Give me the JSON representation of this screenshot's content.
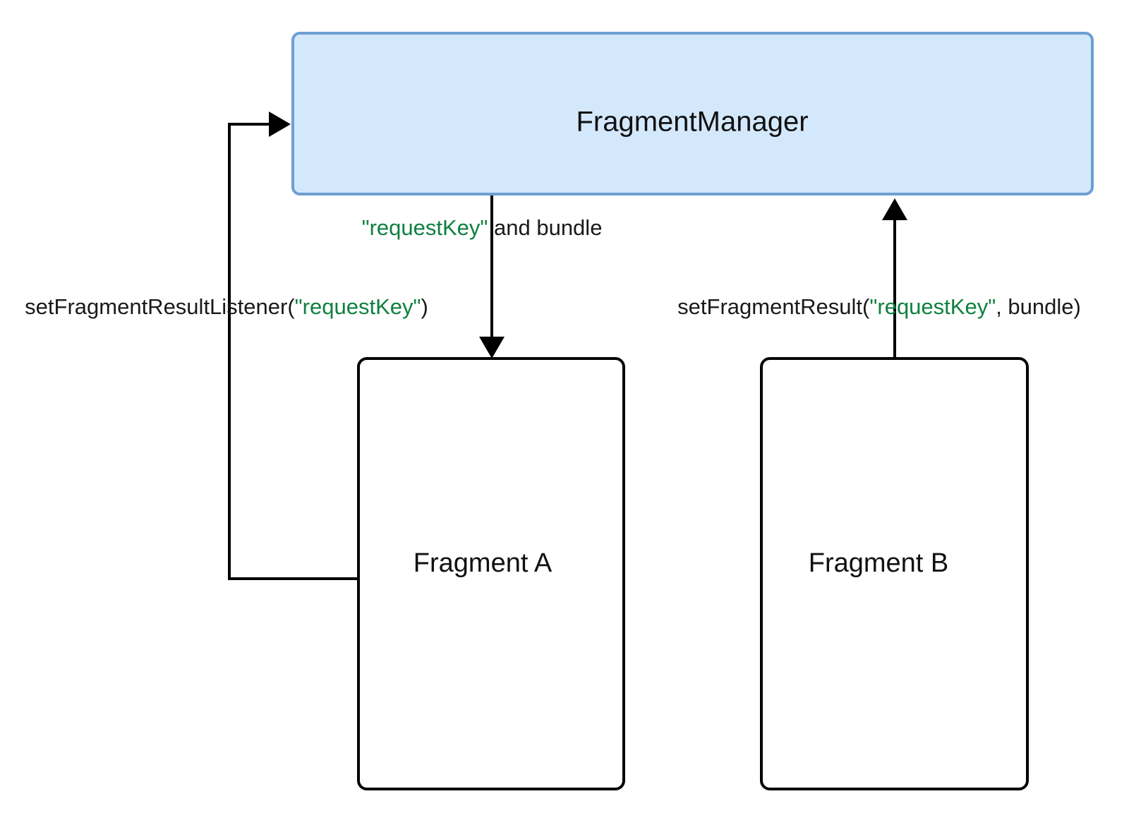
{
  "diagram": {
    "title": "Fragment Result API communication",
    "background_color": "#ffffff",
    "accent_string_color": "#0f8040",
    "manager_fill_color": "#d4e8fc",
    "manager_border_color": "#6d9fd2",
    "nodes": [
      {
        "id": "fragment-manager",
        "label": "FragmentManager",
        "kind": "manager"
      },
      {
        "id": "fragment-a",
        "label": "Fragment A",
        "kind": "fragment"
      },
      {
        "id": "fragment-b",
        "label": "Fragment B",
        "kind": "fragment"
      }
    ],
    "edges": [
      {
        "id": "edge-listener",
        "from": "fragment-a",
        "to": "fragment-manager",
        "label_parts": [
          {
            "text": "setFragmentResultListener(",
            "color": "black"
          },
          {
            "text": "\"requestKey\"",
            "color": "green"
          },
          {
            "text": ")",
            "color": "black"
          }
        ],
        "label_plain": "setFragmentResultListener(\"requestKey\")"
      },
      {
        "id": "edge-deliver",
        "from": "fragment-manager",
        "to": "fragment-a",
        "label_parts": [
          {
            "text": "\"requestKey\"",
            "color": "green"
          },
          {
            "text": " and bundle",
            "color": "black"
          }
        ],
        "label_plain": "\"requestKey\" and bundle"
      },
      {
        "id": "edge-set-result",
        "from": "fragment-b",
        "to": "fragment-manager",
        "label_parts": [
          {
            "text": "setFragmentResult(",
            "color": "black"
          },
          {
            "text": "\"requestKey\"",
            "color": "green"
          },
          {
            "text": ", bundle)",
            "color": "black"
          }
        ],
        "label_plain": "setFragmentResult(\"requestKey\", bundle)"
      }
    ],
    "labels": {
      "manager": "FragmentManager",
      "fragment_a": "Fragment A",
      "fragment_b": "Fragment B",
      "listener_prefix": "setFragmentResultListener(",
      "listener_key": "\"requestKey\"",
      "listener_suffix": ")",
      "deliver_key": "\"requestKey\"",
      "deliver_suffix": " and bundle",
      "result_prefix": "setFragmentResult(",
      "result_key": "\"requestKey\"",
      "result_suffix": ", bundle)"
    }
  }
}
